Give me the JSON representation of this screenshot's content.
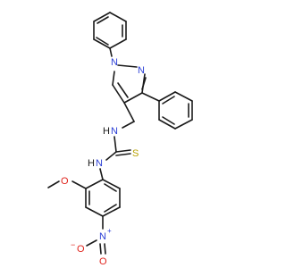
{
  "atoms": {
    "pyrazole_n1": "N",
    "pyrazole_n2": "N",
    "thiourea_nh_top": "N",
    "thiourea_h_top": "H",
    "thiourea_nh_bottom": "N",
    "thiourea_h_bottom": "H",
    "thiocarbonyl_s": "S",
    "methoxy_o": "O",
    "nitro_n": "N",
    "nitro_n_charge": "+",
    "nitro_o1": "O",
    "nitro_o1_charge": "−",
    "nitro_o2": "O"
  },
  "colors": {
    "bond": "#1a1a1a",
    "nitrogen": "#2b3fd6",
    "oxygen": "#e0231c",
    "sulfur": "#b8a000"
  }
}
